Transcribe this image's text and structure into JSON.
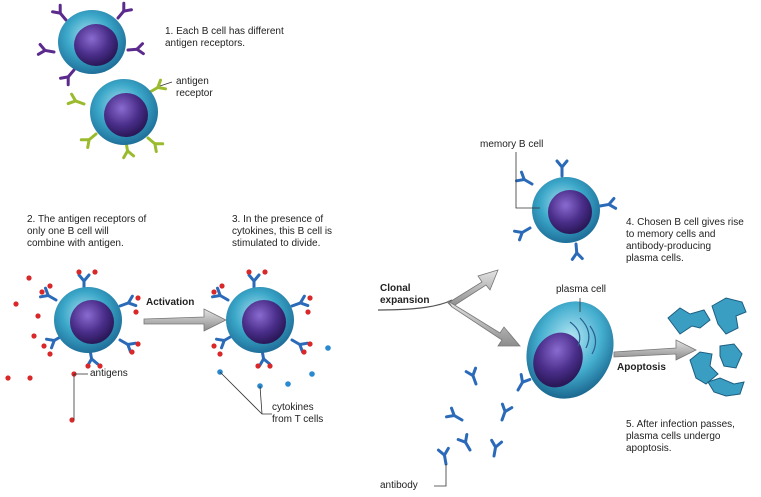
{
  "steps": {
    "step1": "1. Each B cell has different\n    antigen receptors.",
    "step2": "2. The antigen receptors of\n    only one B cell will\n    combine with antigen.",
    "step3": "3. In the presence of\n    cytokines, this B cell is\n    stimulated to divide.",
    "step4": "4. Chosen B cell gives rise\n    to memory cells and\n    antibody-producing\n    plasma cells.",
    "step5": "5. After infection passes,\n    plasma cells undergo\n    apoptosis."
  },
  "labels": {
    "antigen_receptor": "antigen\nreceptor",
    "antigens": "antigens",
    "cytokines": "cytokines\nfrom T cells",
    "memory_b_cell": "memory B cell",
    "plasma_cell": "plasma cell",
    "antibody": "antibody"
  },
  "process": {
    "activation": "Activation",
    "clonal_expansion": "Clonal\nexpansion",
    "apoptosis": "Apoptosis"
  },
  "colors": {
    "cell_body": "#3aa6c8",
    "nucleus": "#4a2e8a",
    "receptor_purple": "#5a2a8c",
    "receptor_green": "#9bbb2e",
    "receptor_blue": "#2a6ab8",
    "antigen_red": "#d8282a",
    "cytokine_blue": "#2a8ad0",
    "arrow_gray": "#9a9a9a"
  }
}
